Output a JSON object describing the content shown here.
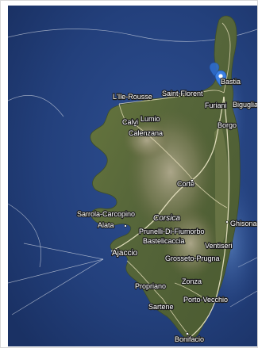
{
  "map": {
    "island_label": "Corsica",
    "places": [
      {
        "name": "L'Ile-Rousse"
      },
      {
        "name": "Saint-Florent"
      },
      {
        "name": "Furiani"
      },
      {
        "name": "Biguglia"
      },
      {
        "name": "Lumio"
      },
      {
        "name": "Calvi"
      },
      {
        "name": "Calenzana"
      },
      {
        "name": "Borgo"
      },
      {
        "name": "Corte"
      },
      {
        "name": "Sarrola-Carcopino"
      },
      {
        "name": "Alata"
      },
      {
        "name": "Prunelli-Di-Fiumorbo"
      },
      {
        "name": "Bastelicaccia"
      },
      {
        "name": "Ajaccio"
      },
      {
        "name": "Ventiseri"
      },
      {
        "name": "Ghisonaccia"
      },
      {
        "name": "Grosseto-Prugna"
      },
      {
        "name": "Propriano"
      },
      {
        "name": "Zonza"
      },
      {
        "name": "Sartene"
      },
      {
        "name": "Porto-Vecchio"
      },
      {
        "name": "Bonifacio"
      },
      {
        "name": "Bastia"
      }
    ],
    "marker_icon": "map-pin-icon",
    "colors": {
      "sea": "#23407c",
      "land": "#5b6a36",
      "marker": "#3b7fe3"
    }
  }
}
